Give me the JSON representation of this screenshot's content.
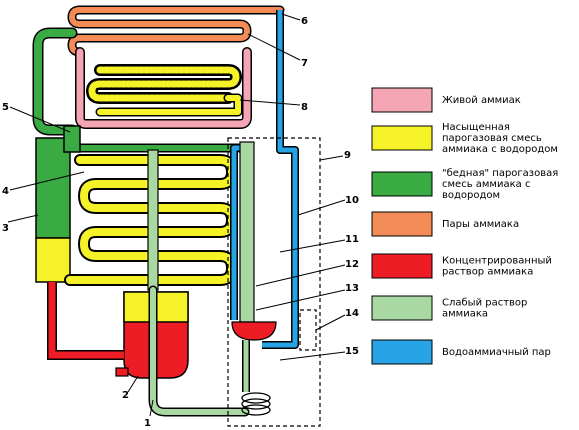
{
  "colors": {
    "live_ammonia": "#f4a6b4",
    "saturated_mix": "#f5f227",
    "poor_mix": "#3aaa43",
    "ammonia_vapor": "#f28b55",
    "conc_solution": "#ee1c24",
    "weak_solution": "#a9d8a2",
    "water_ammonia_vapor": "#27a3e6"
  },
  "callouts": [
    "1",
    "2",
    "3",
    "4",
    "5",
    "6",
    "7",
    "8",
    "9",
    "10",
    "11",
    "12",
    "13",
    "14",
    "15"
  ],
  "legend": [
    {
      "color_key": "live_ammonia",
      "lines": [
        "Живой аммиак"
      ]
    },
    {
      "color_key": "saturated_mix",
      "lines": [
        "Насыщенная",
        "парогазовая смесь",
        "аммиака с водородом"
      ]
    },
    {
      "color_key": "poor_mix",
      "lines": [
        "\"бедная\" парогазовая",
        "смесь аммиака с",
        "водородом"
      ]
    },
    {
      "color_key": "ammonia_vapor",
      "lines": [
        "Пары аммиака"
      ]
    },
    {
      "color_key": "conc_solution",
      "lines": [
        "Концентрированный",
        "раствор аммиака"
      ]
    },
    {
      "color_key": "weak_solution",
      "lines": [
        "Слабый раствор",
        "аммиака"
      ]
    },
    {
      "color_key": "water_ammonia_vapor",
      "lines": [
        "Водоаммиачный пар"
      ]
    }
  ]
}
